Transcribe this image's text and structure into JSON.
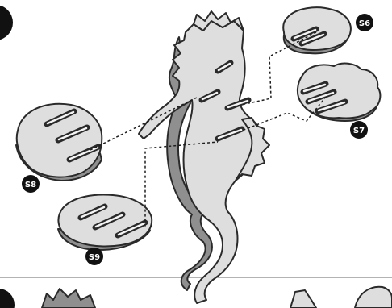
{
  "parts": [
    {
      "id": "seahorse",
      "label": ""
    },
    {
      "id": "S6",
      "label": "S6"
    },
    {
      "id": "S7",
      "label": "S7"
    },
    {
      "id": "S8",
      "label": "S8"
    },
    {
      "id": "S9",
      "label": "S9"
    }
  ],
  "colors": {
    "part_fill": "#dedede",
    "outline": "#2a2a2a",
    "badge": "#111111",
    "divider": "#9a9a9a"
  }
}
